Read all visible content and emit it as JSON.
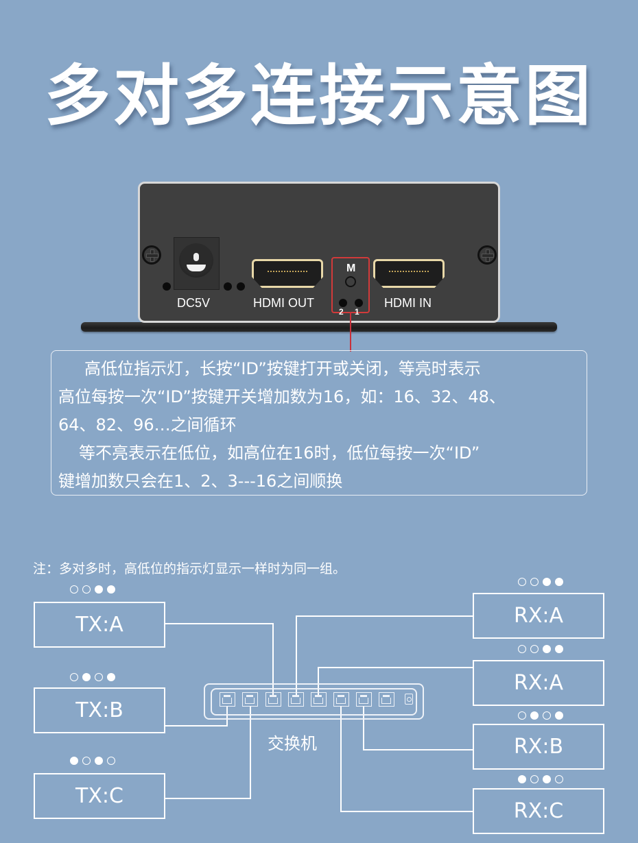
{
  "title": "多对多连接示意图",
  "device": {
    "labels": {
      "dc": "DC5V",
      "hdmi_out": "HDMI OUT",
      "hdmi_in": "HDMI IN",
      "m_button": "M",
      "led_2": "2",
      "led_1": "1"
    },
    "highlight_color": "#d23a3a"
  },
  "info_box": {
    "lines": [
      "高低位指示灯，长按“ID”按键打开或关闭，等亮时表示",
      "高位每按一次“ID”按键开关增加数为16，如：16、32、48、",
      "64、82、96…之间循环",
      "等不亮表示在低位，如高位在16时，低位每按一次“ID”",
      "键增加数只会在1、2、3---16之间顺换"
    ]
  },
  "note": "注：多对多时，高低位的指示灯显示一样时为同一组。",
  "diagram": {
    "switch_label": "交换机",
    "switch_ports": 8,
    "transmitters": [
      {
        "label": "TX:A",
        "indicators": [
          false,
          false,
          true,
          true
        ]
      },
      {
        "label": "TX:B",
        "indicators": [
          false,
          true,
          false,
          true
        ]
      },
      {
        "label": "TX:C",
        "indicators": [
          true,
          false,
          true,
          false
        ]
      }
    ],
    "receivers": [
      {
        "label": "RX:A",
        "indicators": [
          false,
          false,
          true,
          true
        ]
      },
      {
        "label": "RX:A",
        "indicators": [
          false,
          false,
          true,
          true
        ]
      },
      {
        "label": "RX:B",
        "indicators": [
          false,
          true,
          false,
          true
        ]
      },
      {
        "label": "RX:C",
        "indicators": [
          true,
          false,
          true,
          false
        ]
      }
    ]
  },
  "colors": {
    "background": "#89a7c7",
    "line": "#ffffff",
    "device_body": "#3f3f3f"
  }
}
